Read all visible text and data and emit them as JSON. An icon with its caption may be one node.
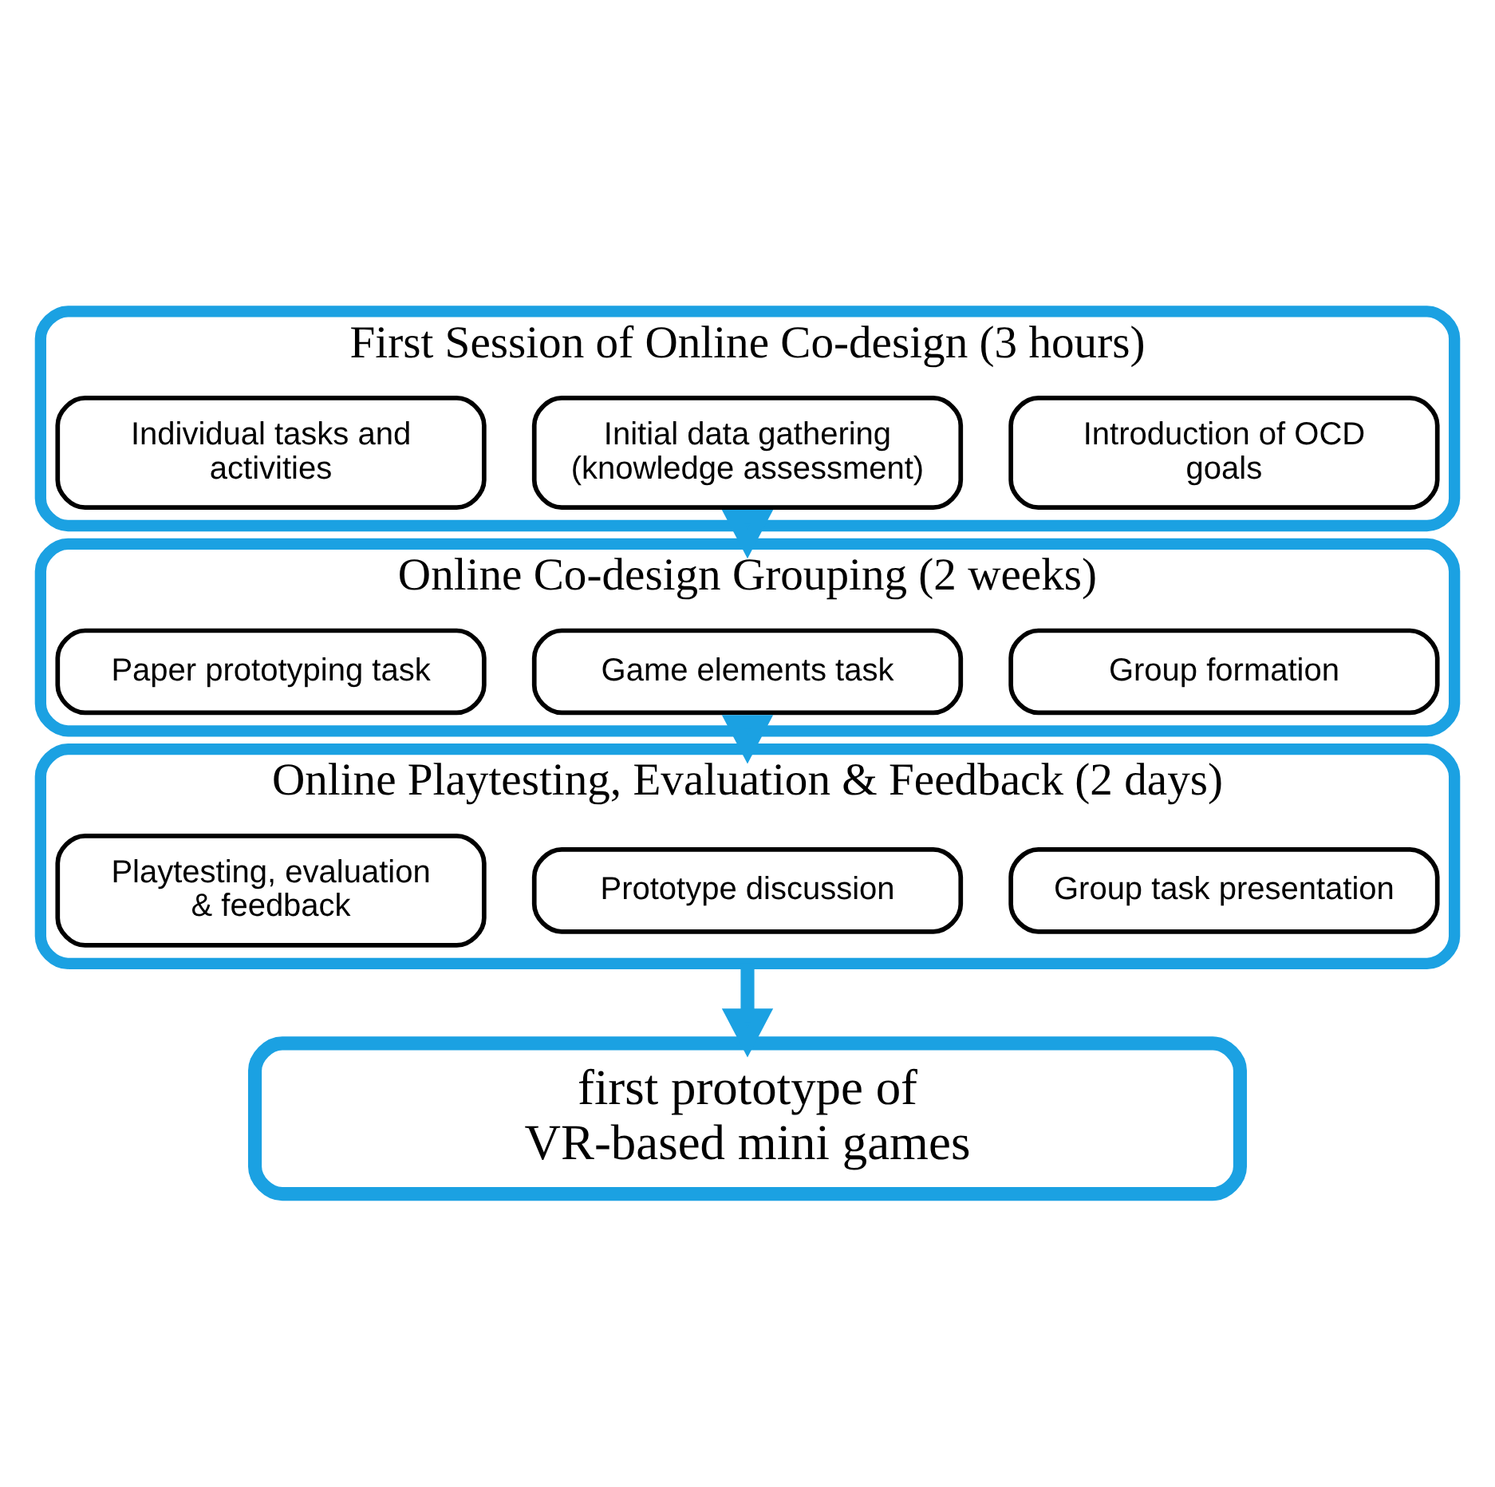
{
  "diagram": {
    "nodes": [
      {
        "text": [
          "First Session of Online Co-design (3 hours)"
        ]
      },
      {
        "text": [
          "Introduction of OCD goals"
        ],
        "in": 0
      },
      {
        "text": [
          "Initial data gathering (knowledge assessment)"
        ],
        "in": 0
      },
      {
        "text": [
          "Individual tasks and activities"
        ],
        "in": 0
      },
      {
        "text": [
          "Online Co-design Grouping (2 weeks)"
        ]
      },
      {
        "text": [
          "Group formation"
        ],
        "in": 4
      },
      {
        "text": [
          "Game elements task"
        ],
        "in": 4
      },
      {
        "text": [
          "Paper prototyping task"
        ],
        "in": 4
      },
      {
        "text": [
          "Online Playtesting, Evaluation & Feedback (2 days)"
        ]
      },
      {
        "text": [
          "Group task presentation"
        ],
        "in": 8
      },
      {
        "text": [
          "Prototype discussion"
        ],
        "in": 8
      },
      {
        "text": [
          "Playtesting, evaluation & feedback"
        ],
        "in": 8
      },
      {
        "text": [
          "first prototype of VR-based mini games"
        ]
      }
    ],
    "edges": [
      {
        "from": 0,
        "to": 4,
        "arrow": "to"
      },
      {
        "from": 4,
        "to": 8,
        "arrow": "to"
      },
      {
        "from": 8,
        "to": 12,
        "arrow": "to"
      }
    ]
  }
}
